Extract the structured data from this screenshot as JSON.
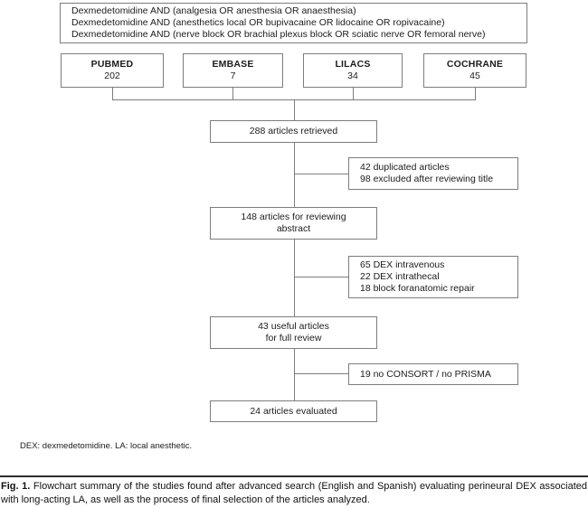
{
  "search_queries": {
    "lines": [
      "Dexmedetomidine AND (analgesia OR anesthesia OR anaesthesia)",
      "Dexmedetomidine AND (anesthetics local OR bupivacaine OR lidocaine OR ropivacaine)",
      "Dexmedetomidine AND (nerve block OR brachial plexus block OR sciatic nerve OR femoral nerve)"
    ]
  },
  "databases": [
    {
      "name": "PUBMED",
      "count": "202"
    },
    {
      "name": "EMBASE",
      "count": "7"
    },
    {
      "name": "LILACS",
      "count": "34"
    },
    {
      "name": "COCHRANE",
      "count": "45"
    }
  ],
  "flow": {
    "retrieved": "288 articles retrieved",
    "excluded_title": {
      "line1": "42 duplicated articles",
      "line2": "98 excluded after reviewing title"
    },
    "abstract_review": {
      "line1": "148 articles for reviewing",
      "line2": "abstract"
    },
    "excluded_abstract": {
      "line1": "65 DEX intravenous",
      "line2": "22 DEX intrathecal",
      "line3": "18 block foranatomic repair"
    },
    "full_review": {
      "line1": "43 useful articles",
      "line2": "for full review"
    },
    "excluded_full": {
      "line1": "19 no CONSORT / no PRISMA"
    },
    "evaluated": "24 articles evaluated"
  },
  "footnote": "DEX: dexmedetomidine. LA: local anesthetic.",
  "caption": {
    "label": "Fig. 1.",
    "text": "Flowchart summary of the studies found after advanced search (English and Spanish) evaluating perineural DEX associated with long-acting LA, as well as the process of final selection of the articles analyzed."
  },
  "colors": {
    "box_border": "#7d7d7d",
    "connector_line": "#7d7d7d",
    "text": "#1c1c1c",
    "background": "#ffffff",
    "caption_rule": "#2e2e2e"
  }
}
